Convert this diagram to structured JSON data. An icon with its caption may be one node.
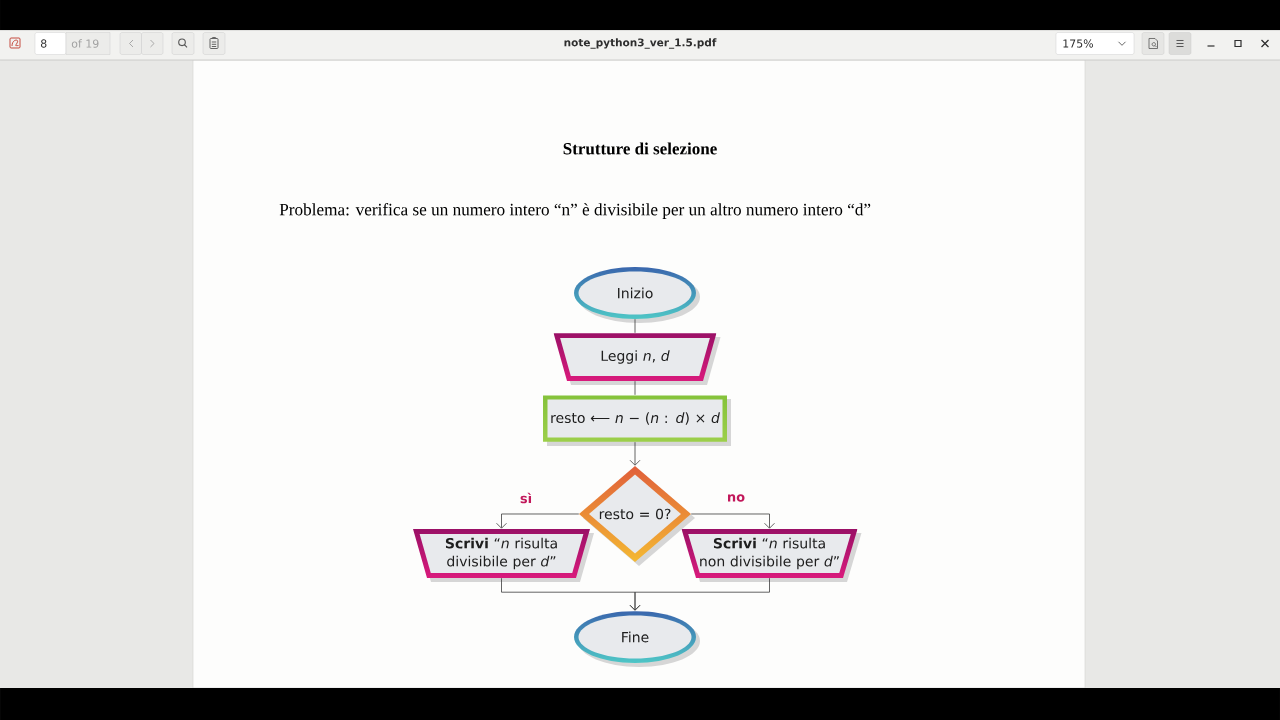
{
  "diagram": {
    "title": "Strutture di selezione",
    "nodes": [
      {
        "text": [
          "Inizio"
        ]
      },
      {
        "text": [
          "Leggi *n*, *d*"
        ]
      },
      {
        "text": [
          "resto ⟵ *n* − (*n* : *d*) × *d*"
        ]
      },
      {
        "text": [
          "resto = 0?"
        ]
      },
      {
        "text": [
          "**Scrivi** “*n* risulta divisibile per *d*”"
        ]
      },
      {
        "text": [
          "**Scrivi** “*n* risulta non divisibile per *d*”"
        ]
      },
      {
        "text": [
          "Fine"
        ]
      }
    ],
    "edges": [
      {
        "from": 0,
        "to": 1,
        "arrow": "none"
      },
      {
        "from": 1,
        "to": 2,
        "arrow": "none"
      },
      {
        "from": 2,
        "to": 3,
        "arrow": "to"
      },
      {
        "from": 3,
        "to": 4,
        "arrow": "to",
        "label": "sì"
      },
      {
        "from": 3,
        "to": 5,
        "arrow": "to",
        "label": "no"
      },
      {
        "from": 4,
        "to": 6,
        "arrow": "to"
      },
      {
        "from": 5,
        "to": 6,
        "arrow": "to"
      }
    ],
    "labels": [
      "8",
      "of 19",
      "note_python3_ver_1.5.pdf",
      "175%",
      "Problema: verifica se un numero intero “n” è divisibile per un altro numero intero “d”"
    ]
  }
}
